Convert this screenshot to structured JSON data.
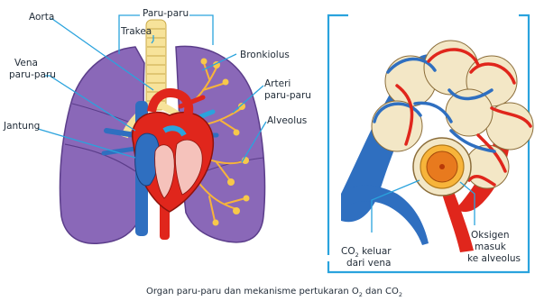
{
  "labels": {
    "aorta": "Aorta",
    "paru_paru": "Paru-paru",
    "trakea": "Trakea",
    "bronkiolus": "Bronkiolus",
    "vena_paru_1": "Vena",
    "vena_paru_2": "paru-paru",
    "arteri_paru_1": "Arteri",
    "arteri_paru_2": "paru-paru",
    "alveolus": "Alveolus",
    "jantung": "Jantung",
    "co2_pre": "CO",
    "co2_sub": "2",
    "co2_post": " keluar",
    "co2_line2": "dari vena",
    "oksigen_1": "Oksigen",
    "oksigen_2": "masuk",
    "oksigen_3": "ke alveolus"
  },
  "caption": {
    "pre": "Organ paru-paru dan mekanisme pertukaran  O",
    "o2_sub": "2",
    "mid": " dan CO",
    "co2_sub": "2"
  },
  "colors": {
    "lung": "#8a68b8",
    "lung_dark": "#6f4fa0",
    "artery_red": "#e0261c",
    "vein_blue": "#2f6fc0",
    "trachea": "#f7e39a",
    "bronchi": "#f7b43a",
    "alveolus_sac": "#f3e7c6",
    "leader": "#2aa3dd"
  }
}
